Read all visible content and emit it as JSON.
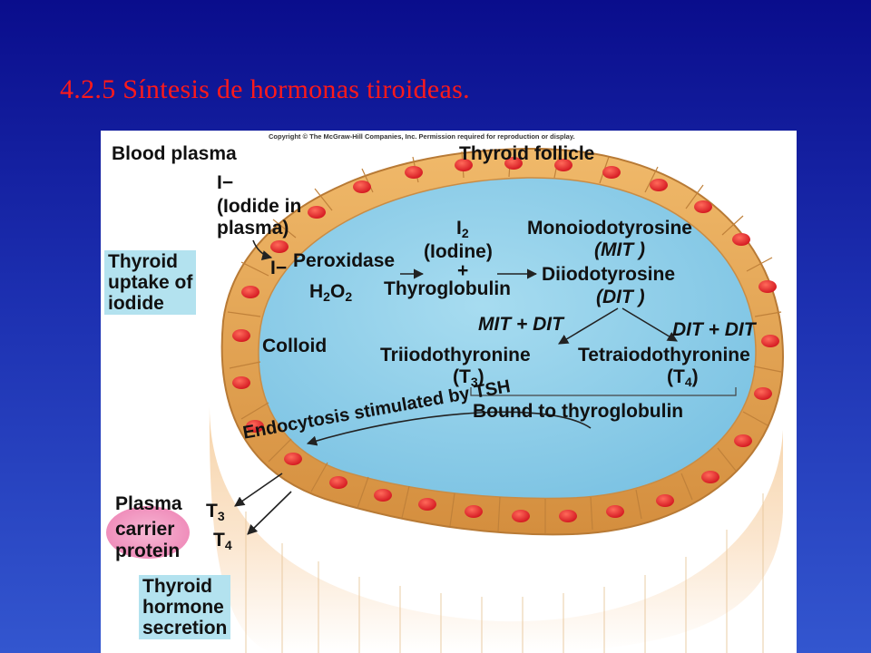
{
  "slide": {
    "title": "4.2.5 Síntesis de hormonas tiroideas."
  },
  "figure": {
    "copyright": "Copyright © The McGraw-Hill Companies, Inc. Permission required for reproduction or display.",
    "headers": {
      "left": "Blood plasma",
      "right": "Thyroid follicle"
    },
    "iodide": {
      "symbol": "I−",
      "line1": "(Iodide in",
      "line2": "plasma)"
    },
    "uptake_box": [
      "Thyroid",
      "uptake of",
      "iodide"
    ],
    "reaction": {
      "iodide_in": "I−",
      "peroxidase": "Peroxidase",
      "h2o2_base": "H",
      "h2o2_sub": "2",
      "h2o2_o": "O",
      "h2o2_sub2": "2",
      "i2_base": "I",
      "i2_sub": "2",
      "iodine": "(Iodine)",
      "plus": "+",
      "thyroglobulin": "Thyroglobulin",
      "mono": "Monoiodotyrosine",
      "mit": "(MIT )",
      "diio": "Diiodotyrosine",
      "dit": "(DIT )",
      "mit_dit": "MIT + DIT",
      "dit_dit": "DIT + DIT"
    },
    "colloid": "Colloid",
    "products": {
      "t3_name": "Triiodothyronine",
      "t3_base": "(T",
      "t3_sub": "3",
      "t3_close": ")",
      "t4_name": "Tetraiodothyronine",
      "t4_base": "(T",
      "t4_sub": "4",
      "t4_close": ")",
      "bound": "Bound to thyroglobulin"
    },
    "endocytosis": "Endocytosis stimulated by TSH",
    "plasma_carrier": [
      "Plasma",
      "carrier",
      "protein"
    ],
    "t3": {
      "base": "T",
      "sub": "3"
    },
    "t4": {
      "base": "T",
      "sub": "4"
    },
    "secretion_box": [
      "Thyroid",
      "hormone",
      "secretion"
    ],
    "colors": {
      "colloid": "#8ecfe8",
      "cell_wall": "#e6a657",
      "nucleus": "#e8262b",
      "label_box": "#b3e2ef",
      "carrier": "#f39ac3"
    }
  }
}
